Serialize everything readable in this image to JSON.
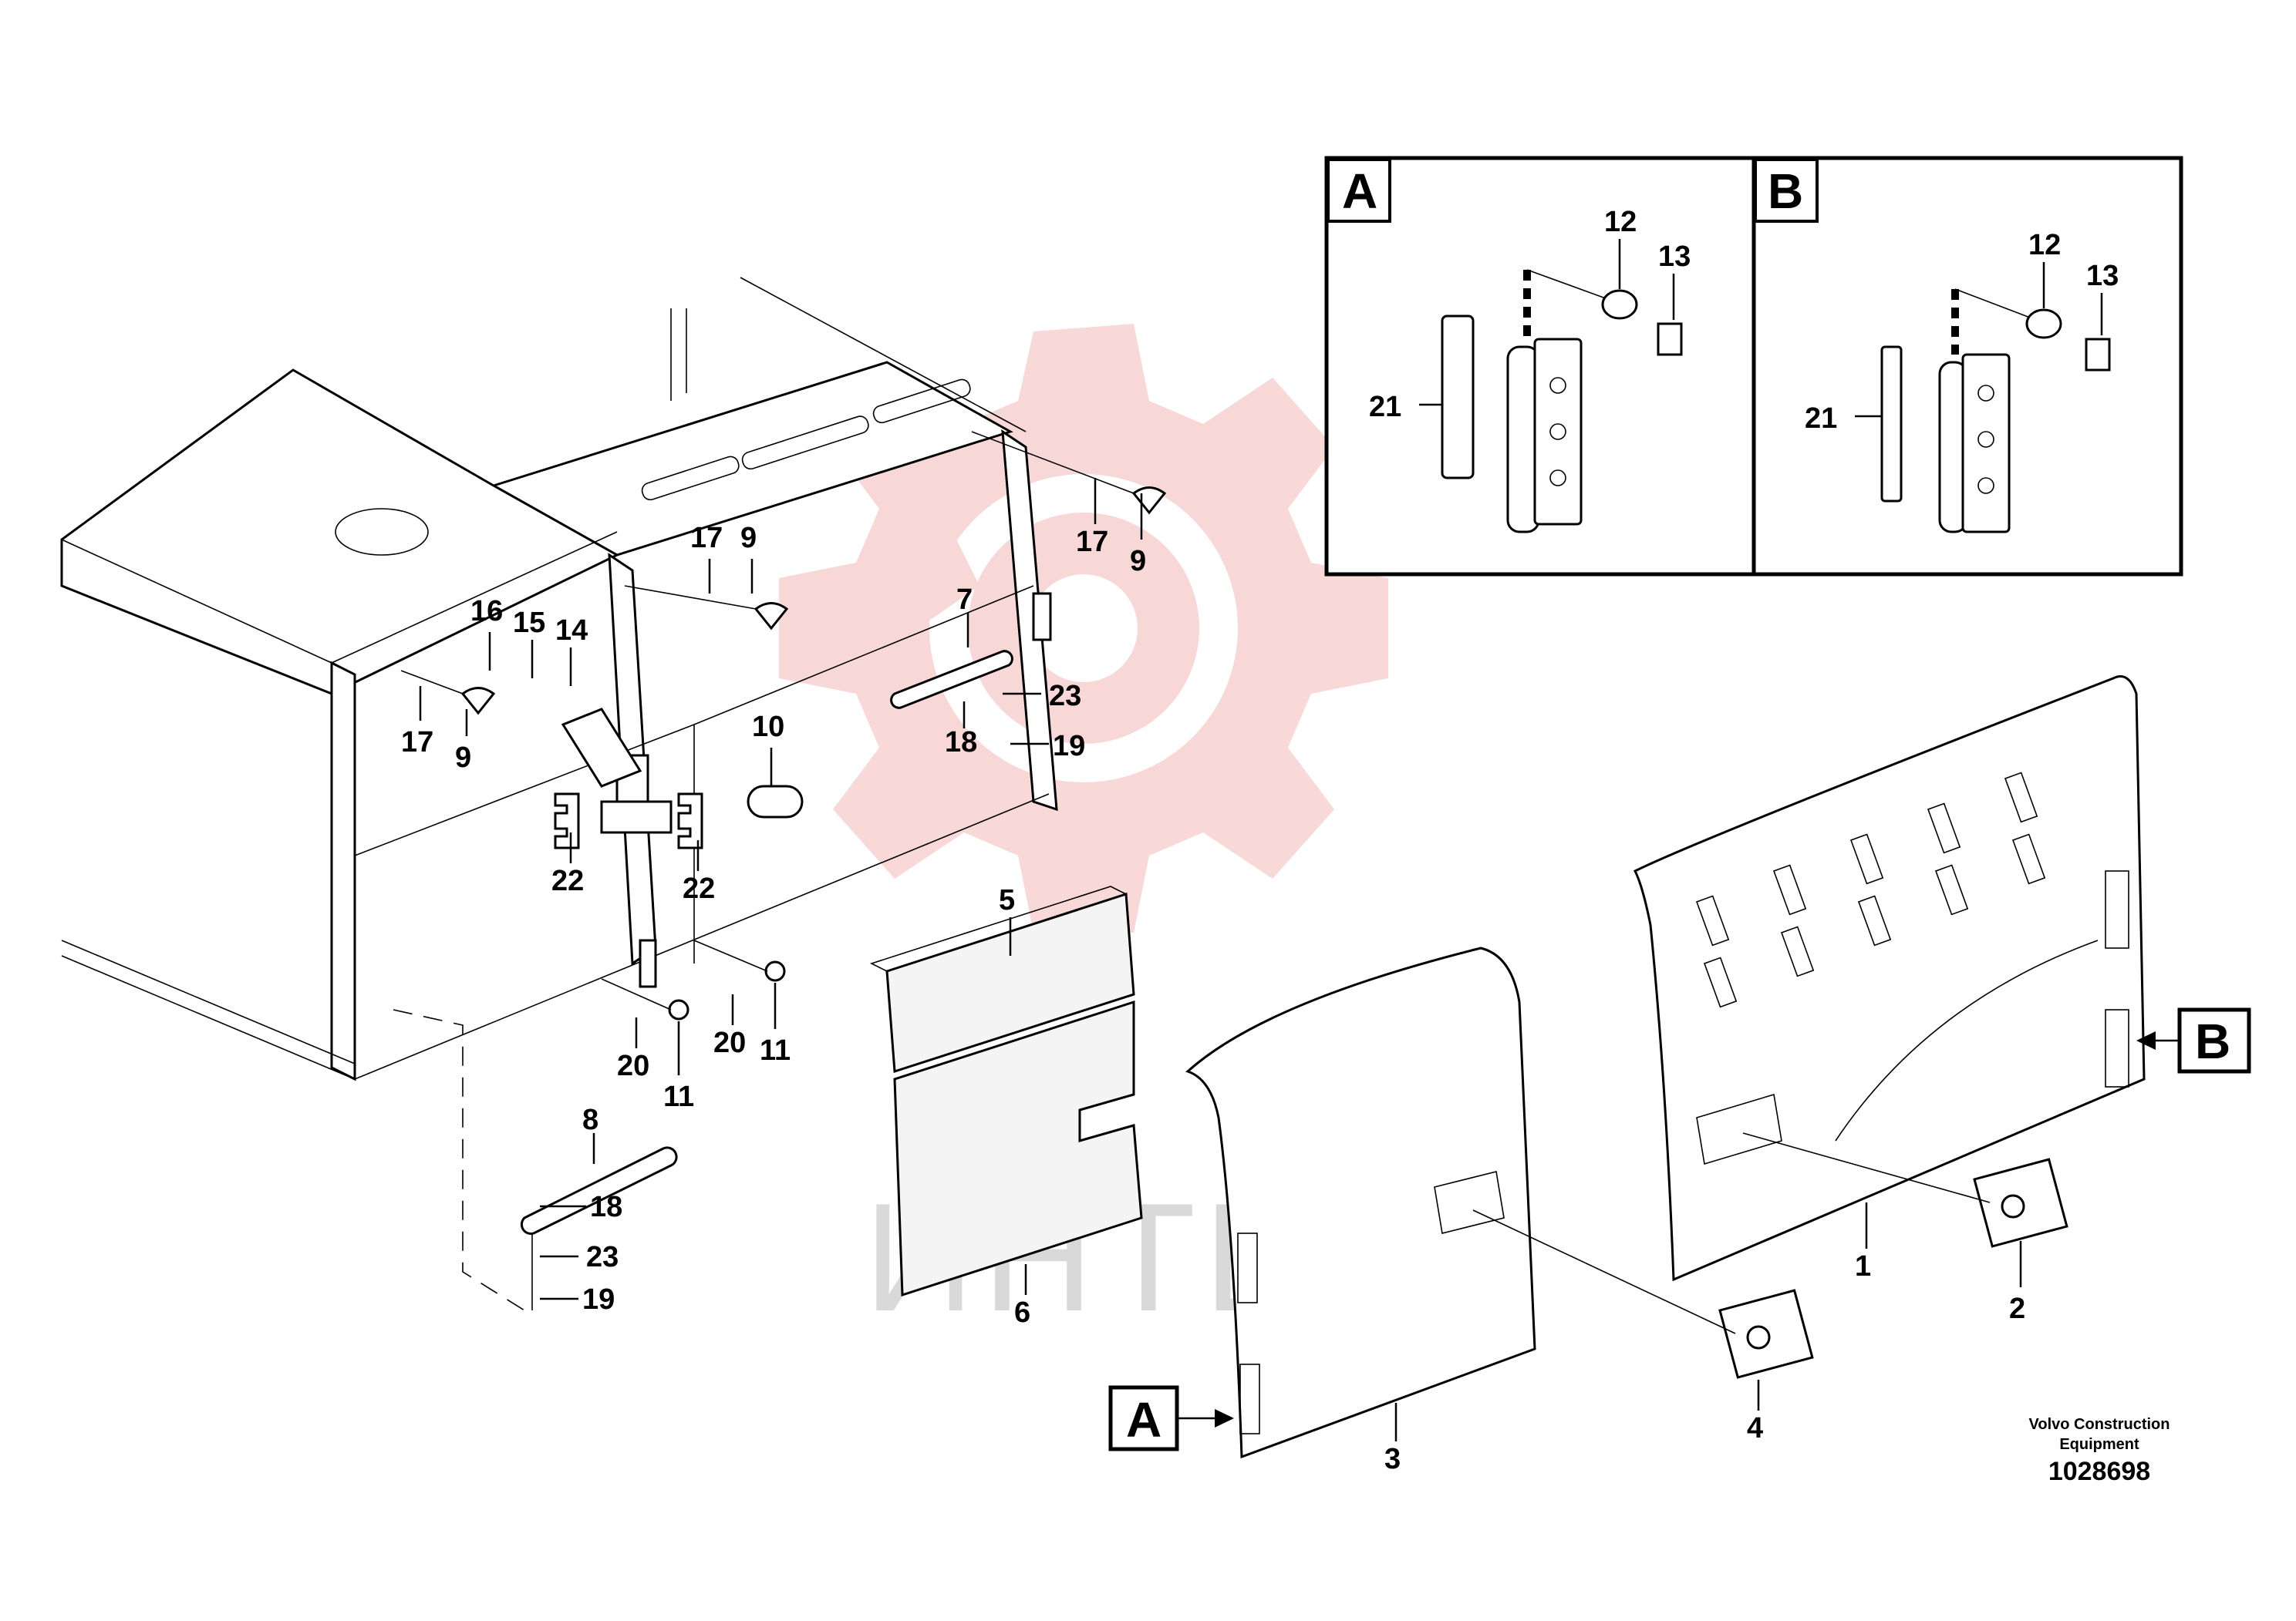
{
  "watermark": {
    "text": "ИНТЕХ",
    "gear_color": "#f4b8b8",
    "text_color": "#d9d9d9"
  },
  "detail_views": [
    {
      "label": "A",
      "callouts": {
        "washer": "12",
        "bolt": "13",
        "plate": "21"
      }
    },
    {
      "label": "B",
      "callouts": {
        "washer": "12",
        "bolt": "13",
        "plate": "21"
      }
    }
  ],
  "view_markers": [
    {
      "label": "A"
    },
    {
      "label": "B"
    }
  ],
  "callouts": [
    {
      "num": "1"
    },
    {
      "num": "2"
    },
    {
      "num": "3"
    },
    {
      "num": "4"
    },
    {
      "num": "5"
    },
    {
      "num": "6"
    },
    {
      "num": "7"
    },
    {
      "num": "8"
    },
    {
      "num": "9"
    },
    {
      "num": "9"
    },
    {
      "num": "9"
    },
    {
      "num": "10"
    },
    {
      "num": "11"
    },
    {
      "num": "11"
    },
    {
      "num": "14"
    },
    {
      "num": "15"
    },
    {
      "num": "16"
    },
    {
      "num": "17"
    },
    {
      "num": "17"
    },
    {
      "num": "17"
    },
    {
      "num": "18"
    },
    {
      "num": "18"
    },
    {
      "num": "19"
    },
    {
      "num": "19"
    },
    {
      "num": "20"
    },
    {
      "num": "20"
    },
    {
      "num": "22"
    },
    {
      "num": "22"
    },
    {
      "num": "23"
    },
    {
      "num": "23"
    }
  ],
  "credit": {
    "line1": "Volvo Construction",
    "line2": "Equipment",
    "part_number": "1028698"
  }
}
